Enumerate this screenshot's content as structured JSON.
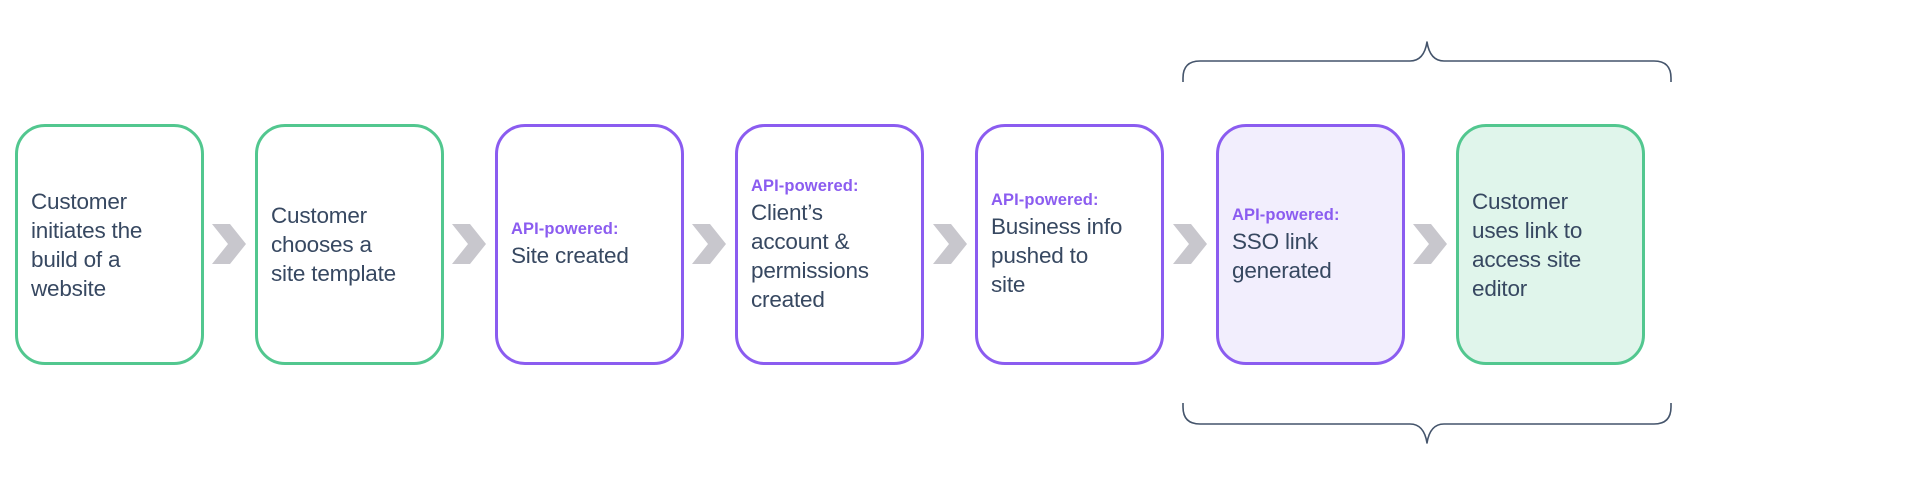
{
  "diagram": {
    "title": "",
    "colors": {
      "customer_border": "#52c78f",
      "api_border": "#8b5cf0",
      "api_label": "#8b5cf0",
      "body_text": "#374861",
      "arrow": "#c8c7cd",
      "brace": "#44546b",
      "highlight_purple_fill": "#f2eefd",
      "highlight_green_fill": "#e0f5eb"
    },
    "steps": [
      {
        "kind": "customer",
        "label": "",
        "text": "Customer\ninitiates the\nbuild of a\nwebsite",
        "highlighted": false
      },
      {
        "kind": "customer",
        "label": "",
        "text": "Customer\nchooses a\nsite template",
        "highlighted": false
      },
      {
        "kind": "api",
        "label": "API-powered:",
        "text": "Site created",
        "highlighted": false
      },
      {
        "kind": "api",
        "label": "API-powered:",
        "text": "Client’s\naccount &\npermissions\ncreated",
        "highlighted": false
      },
      {
        "kind": "api",
        "label": "API-powered:",
        "text": "Business info\npushed to\nsite",
        "highlighted": false
      },
      {
        "kind": "api",
        "label": "API-powered:",
        "text": "SSO link\ngenerated",
        "highlighted": true
      },
      {
        "kind": "customer",
        "label": "",
        "text": "Customer\nuses link to\naccess site\neditor",
        "highlighted": true
      }
    ],
    "arrow_icon": "chevron-right-icon",
    "brace_group": {
      "covers_steps": [
        6,
        7
      ],
      "positions": [
        "top",
        "bottom"
      ]
    }
  }
}
